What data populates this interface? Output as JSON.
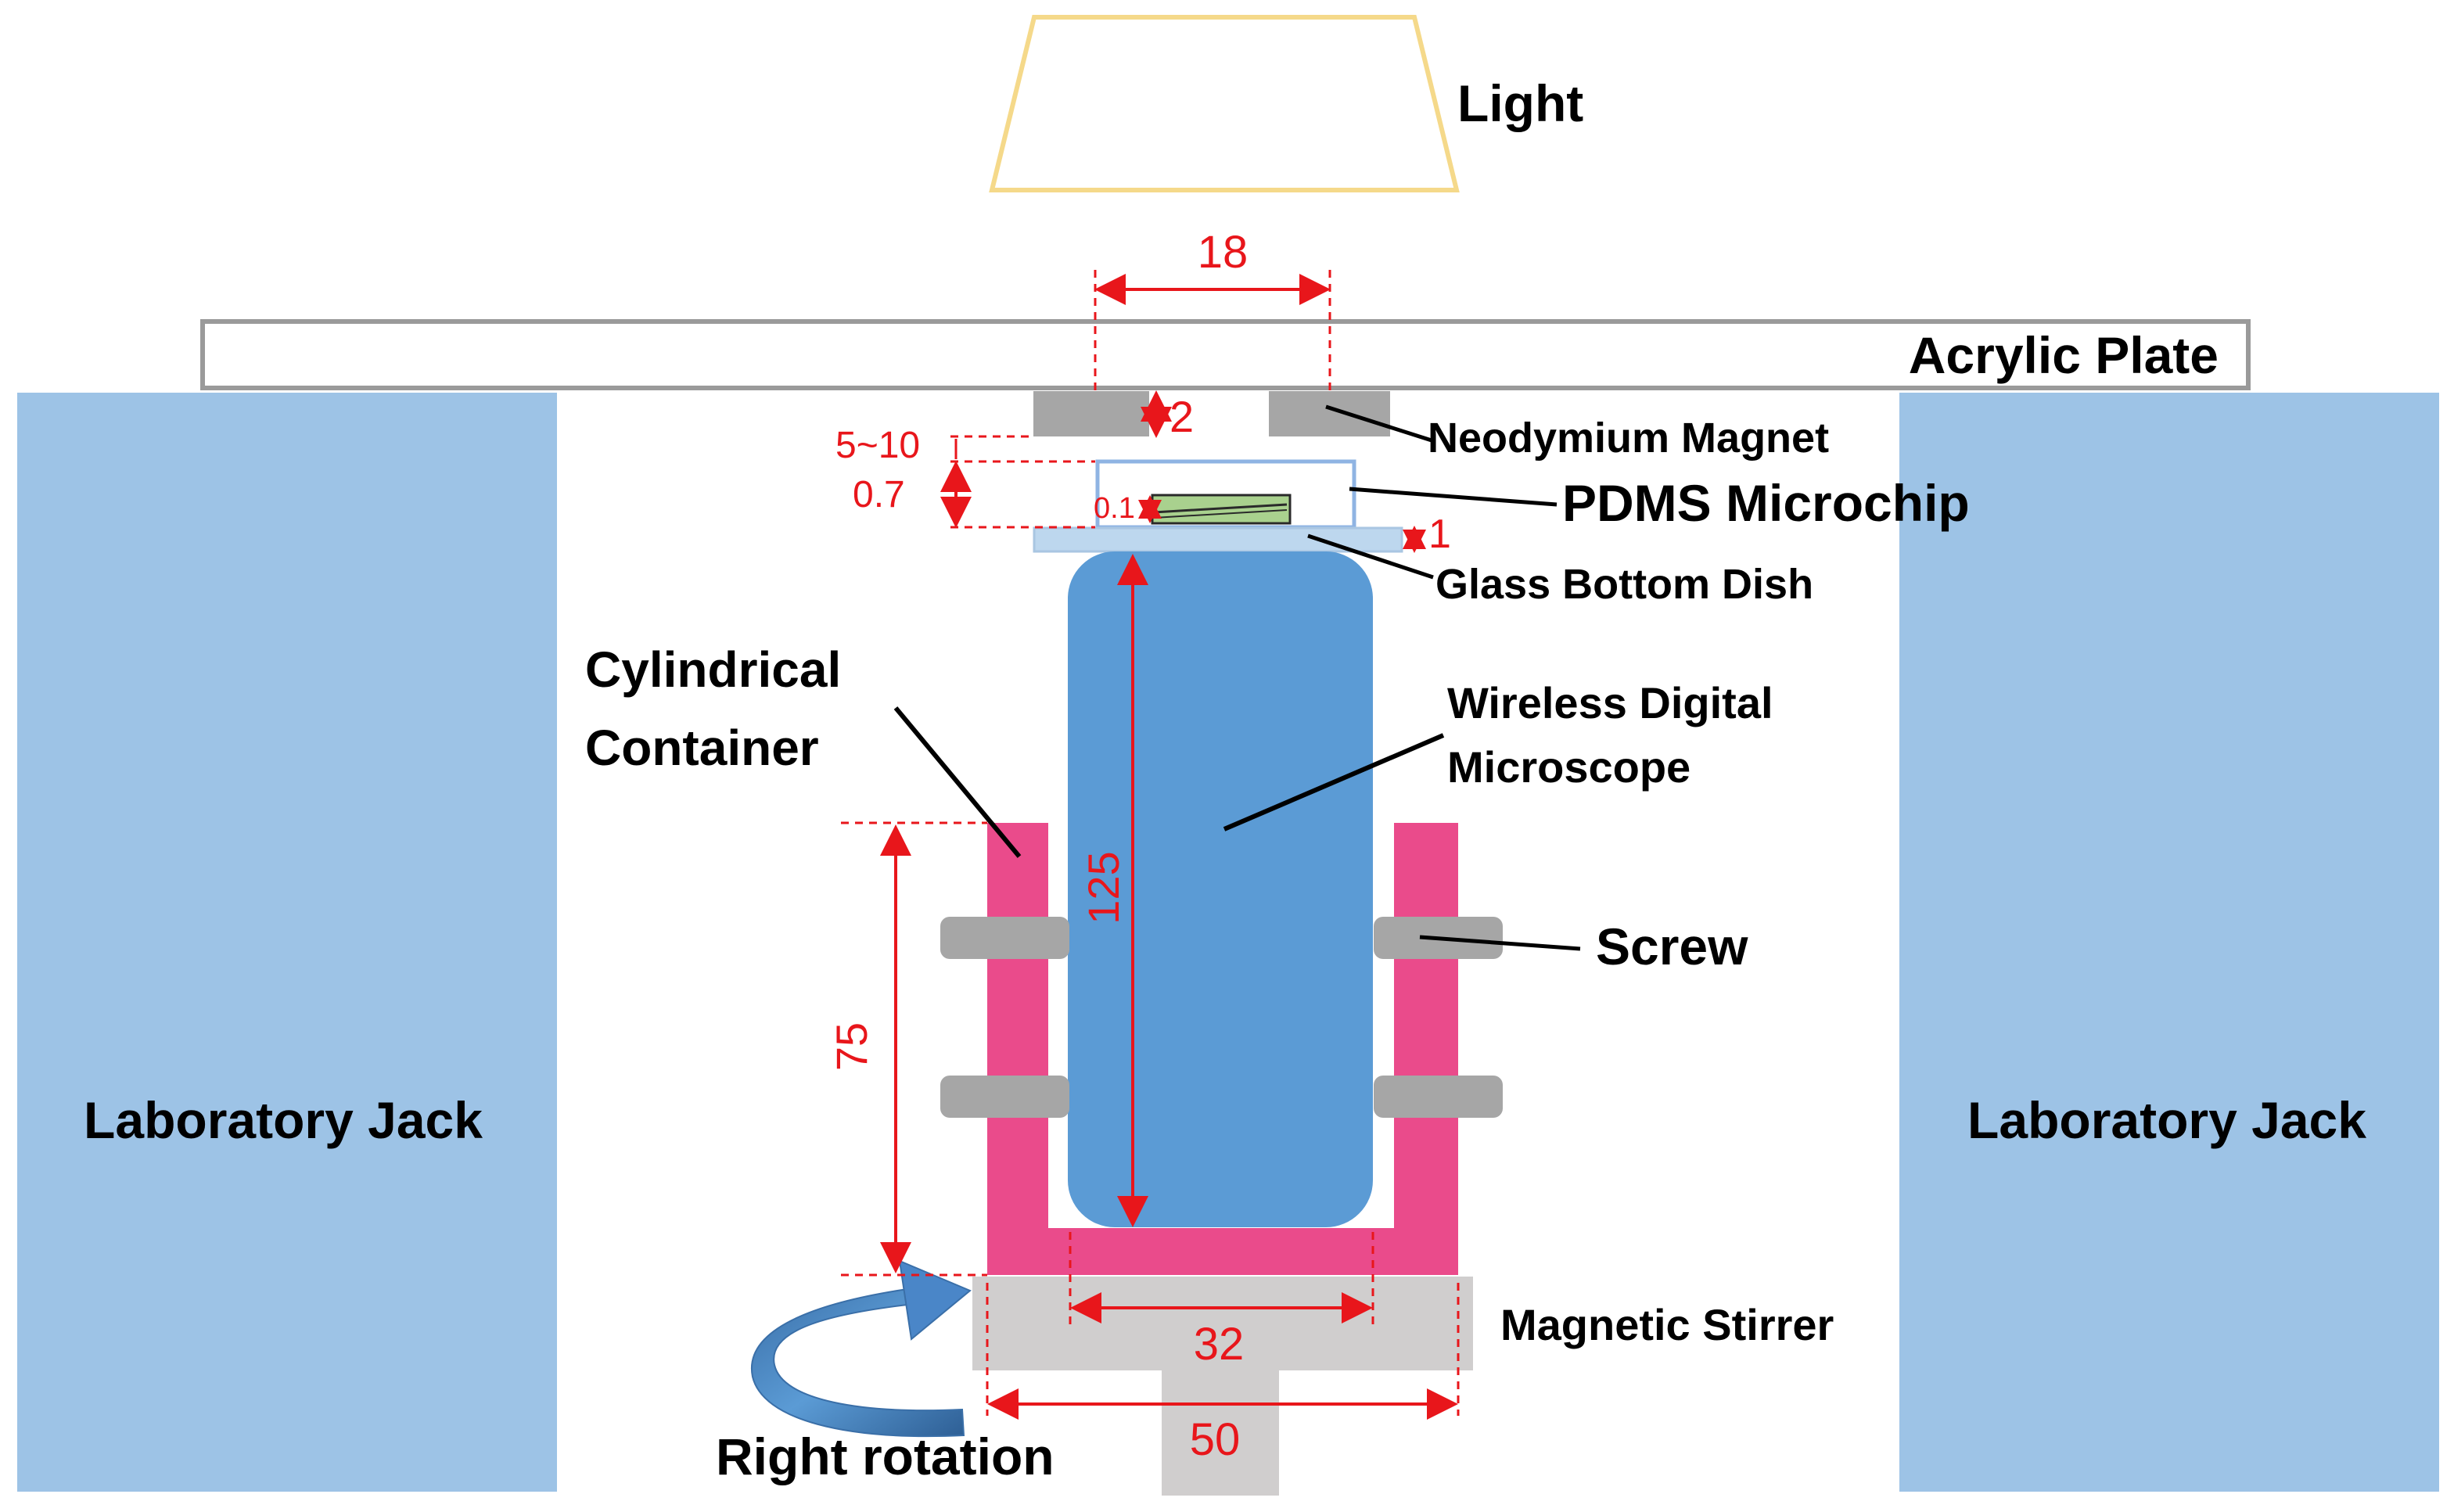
{
  "labels": {
    "light": "Light",
    "acrylic_plate": "Acrylic Plate",
    "neodymium_magnet": "Neodymium Magnet",
    "pdms_microchip": "PDMS Microchip",
    "glass_bottom_dish": "Glass Bottom Dish",
    "cylindrical": "Cylindrical",
    "container": "Container",
    "wireless_digital": "Wireless Digital",
    "microscope": "Microscope",
    "screw": "Screw",
    "lab_jack_left": "Laboratory Jack",
    "lab_jack_right": "Laboratory Jack",
    "magnetic_stirrer": "Magnetic Stirrer",
    "right_rotation": "Right rotation"
  },
  "dimensions": {
    "magnet_gap": "18",
    "magnet_thickness": "2",
    "spacing": "5~10",
    "chip_height": "0.7",
    "channel_height": "0.1",
    "dish_thickness": "1",
    "microscope_length": "125",
    "container_height": "75",
    "inner_width": "32",
    "outer_width": "50"
  },
  "colors": {
    "light_outline": "#f5d98a",
    "lab_jack": "#9dc3e6",
    "acrylic_outline": "#9a9a9a",
    "magnet": "#a6a6a6",
    "chip_outline": "#8fb4e3",
    "dish": "#bdd7ee",
    "microscope": "#5b9bd5",
    "container": "#ea4b8b",
    "screw": "#a6a6a6",
    "stirrer": "#d0cece",
    "rotation_arrow": "#4a86c8",
    "dimension": "#e8161b",
    "channel": "#a9d18e"
  }
}
